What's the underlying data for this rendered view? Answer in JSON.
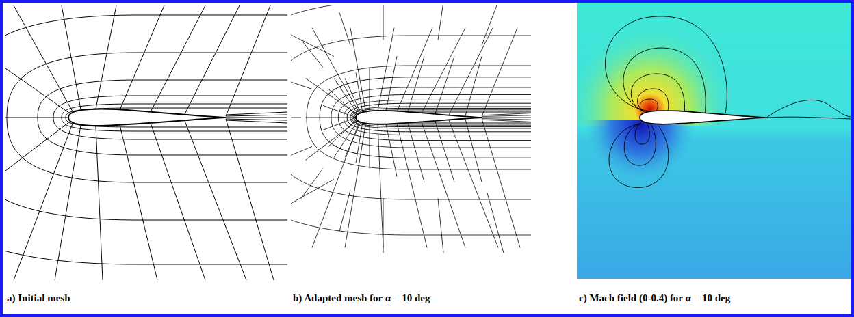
{
  "diagram": {
    "labels": [
      "a) Initial mesh",
      "b) Adapted mesh for α = 10 deg",
      "c) Mach field (0-0.4) for α = 10 deg"
    ]
  }
}
